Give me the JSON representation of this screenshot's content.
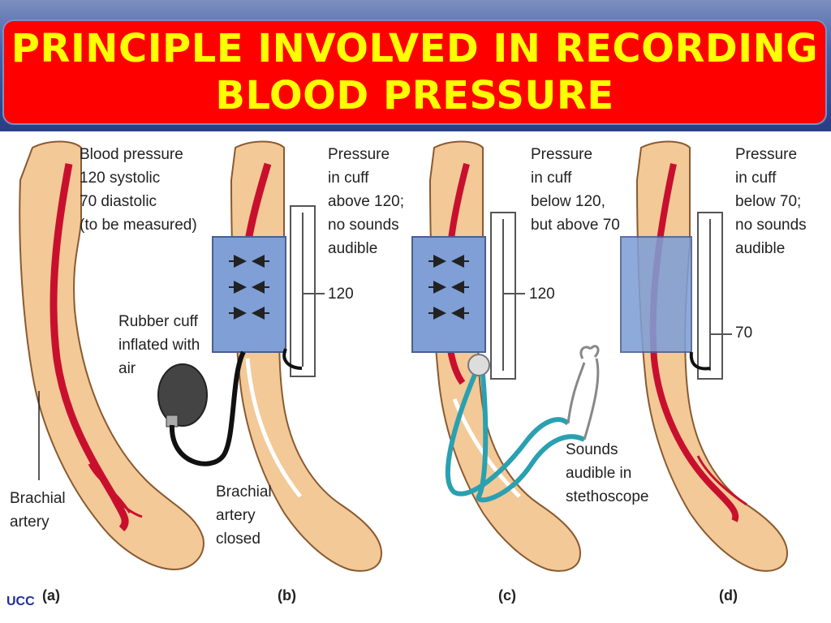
{
  "title": {
    "line1": "PRINCIPLE INVOLVED IN RECORDING",
    "line2": "BLOOD PRESSURE"
  },
  "colors": {
    "title_bg": "#ff0000",
    "title_text": "#ffff00",
    "arm": "#f2c997",
    "artery": "#c8102e",
    "cuff": "#7f9fd6",
    "stethoscope_tube": "#2aa0b0"
  },
  "panels": [
    {
      "tag": "(a)",
      "label_top": "Blood pressure\n120 systolic\n70 diastolic\n(to be measured)",
      "label_bottom": "Brachial\nartery"
    },
    {
      "tag": "(b)",
      "label_top": "Pressure\nin cuff\nabove 120;\nno sounds\naudible",
      "label_cuff": "Rubber cuff\ninflated with\nair",
      "label_bottom": "Brachial\nartery\nclosed",
      "gauge_value": "120"
    },
    {
      "tag": "(c)",
      "label_top": "Pressure\nin cuff\nbelow 120,\nbut above 70",
      "label_bottom": "Sounds\naudible in\nstethoscope",
      "gauge_value": "120"
    },
    {
      "tag": "(d)",
      "label_top": "Pressure\nin cuff\nbelow 70;\nno sounds\naudible",
      "gauge_value": "70"
    }
  ],
  "footer": {
    "logo_text": "UCC"
  }
}
